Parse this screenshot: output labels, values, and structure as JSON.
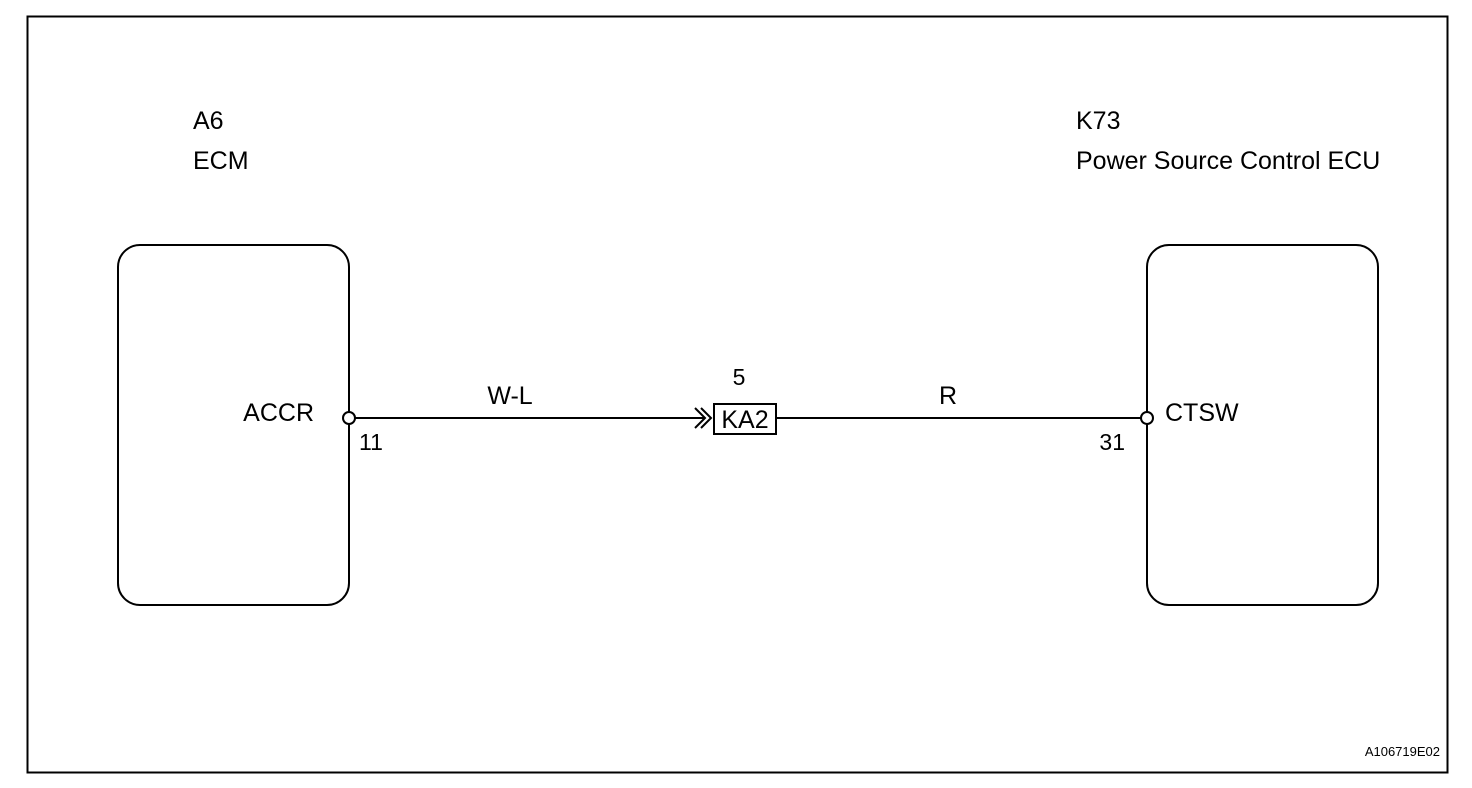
{
  "left_component": {
    "code": "A6",
    "name": "ECM",
    "terminal_name": "ACCR",
    "pin": "11"
  },
  "right_component": {
    "code": "K73",
    "name": "Power Source Control ECU",
    "terminal_name": "CTSW",
    "pin": "31"
  },
  "connector": {
    "code": "KA2",
    "pin": "5"
  },
  "wires": {
    "left_color": "W-L",
    "right_color": "R"
  },
  "figure_id": "A106719E02"
}
